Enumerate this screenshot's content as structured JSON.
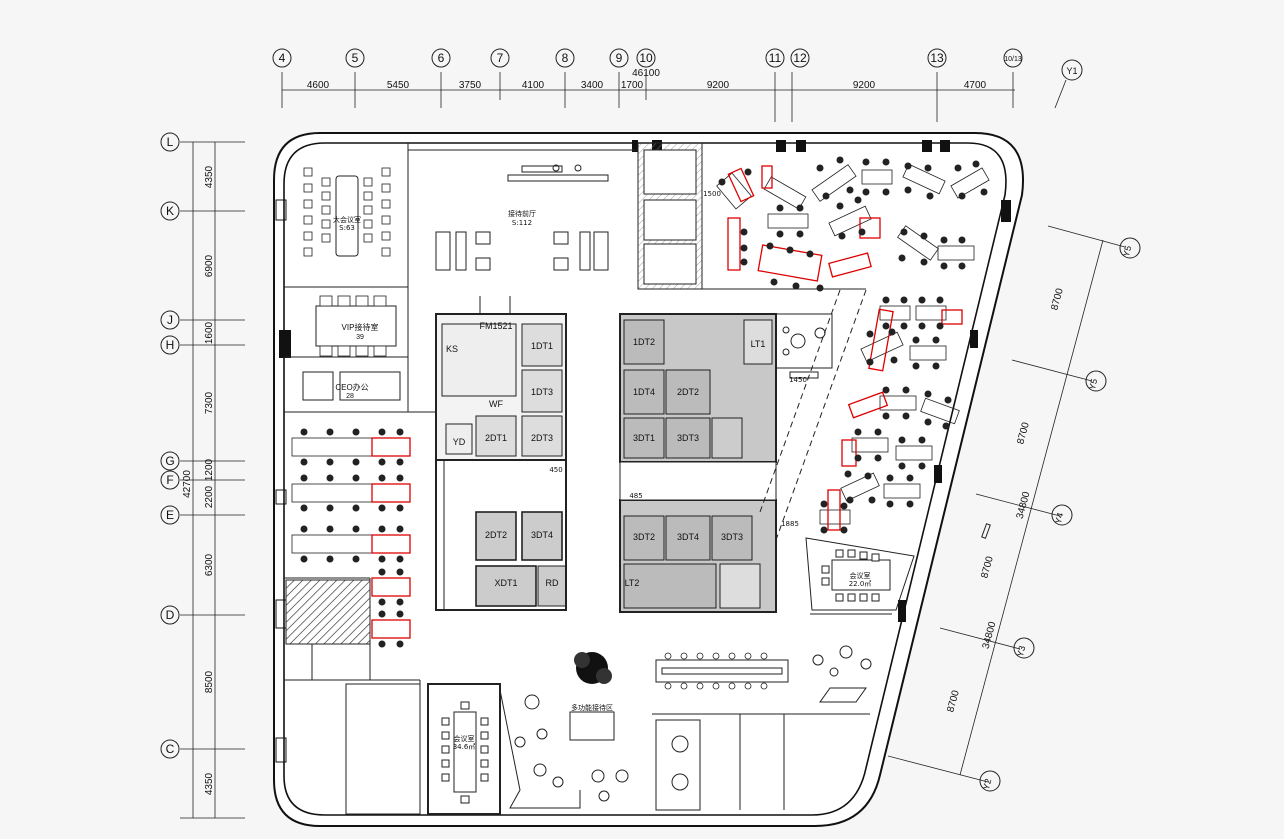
{
  "plan": {
    "top_grid": [
      "4",
      "5",
      "6",
      "7",
      "8",
      "9",
      "10",
      "11",
      "12",
      "13",
      "10/13"
    ],
    "top_dims": [
      "4600",
      "5450",
      "3750",
      "4100",
      "3400",
      "1700",
      "9200",
      "9200",
      "4700"
    ],
    "top_total": "46100",
    "corner_grid": "Y1",
    "left_grid": [
      "L",
      "K",
      "J",
      "H",
      "G",
      "F",
      "E",
      "D",
      "C"
    ],
    "left_dims": [
      "4350",
      "6900",
      "1600",
      "7300",
      "1200",
      "2200",
      "6300",
      "8500",
      "4350"
    ],
    "left_total": "42700",
    "right_grid": [
      "Y5",
      "Y5",
      "Y4",
      "Y3",
      "Y2"
    ],
    "right_dims": [
      "8700",
      "8700",
      "8700",
      "8700"
    ],
    "right_totals": [
      "34800",
      "34800"
    ],
    "rooms": {
      "lobby": "接待前厅",
      "lobby_area": "S:112",
      "conf_big": "大会议室",
      "conf_big_area": "S:63",
      "vip": "VIP接待室",
      "vip_area": "39",
      "ceo": "CEO办公",
      "ceo_area": "28",
      "conf_right": "会议室",
      "conf_right_area": "22.0㎡",
      "conf_bottom": "会议室",
      "conf_bottom_area": "34.6㎡",
      "multi": "多功能接待区",
      "fm": "FM1521",
      "ks": "KS",
      "yd": "YD",
      "wf": "WF",
      "dt": [
        "1DT1",
        "1DT3",
        "2DT1",
        "2DT3",
        "1DT2",
        "1DT4",
        "2DT2",
        "3DT1",
        "3DT3",
        "2DT2",
        "3DT4",
        "3DT2",
        "3DT4",
        "3DT3",
        "XDT1",
        "LT1",
        "LT2",
        "RD"
      ],
      "dims_small": [
        "1500",
        "1450",
        "1885",
        "485",
        "450"
      ]
    }
  }
}
